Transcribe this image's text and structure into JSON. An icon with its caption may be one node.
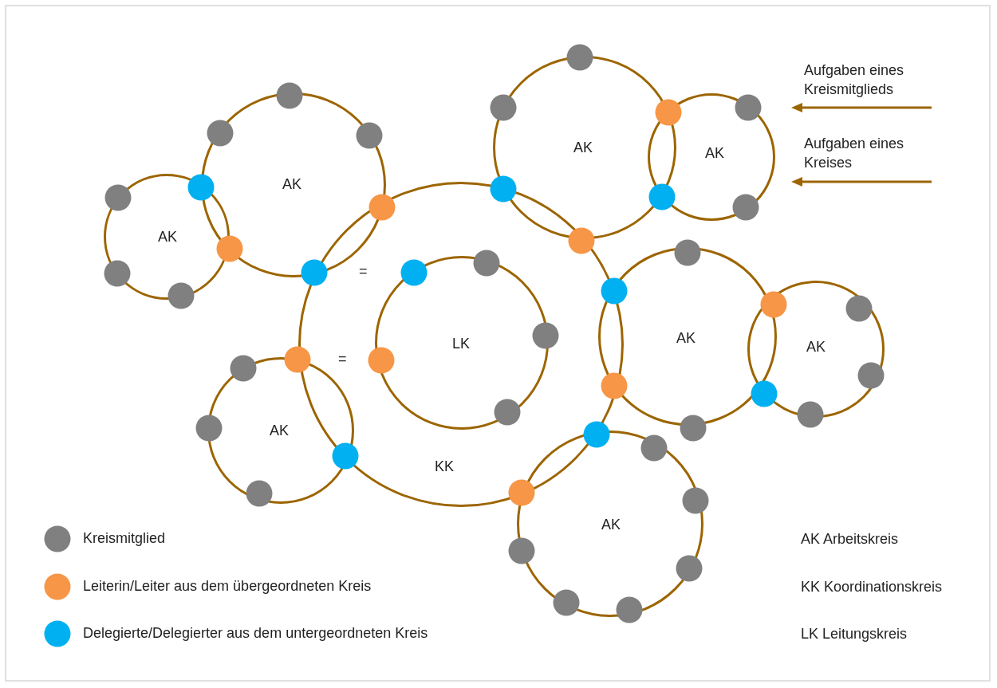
{
  "diagram": {
    "nodes": [
      {
        "text": [
          "AK"
        ]
      },
      {
        "text": [
          "AK"
        ]
      },
      {
        "text": [
          "AK"
        ]
      },
      {
        "text": [
          "AK"
        ]
      },
      {
        "text": [
          "KK"
        ]
      },
      {
        "text": [
          "LK"
        ],
        "in": 4
      },
      {
        "text": [
          "AK"
        ]
      },
      {
        "text": [
          "AK"
        ]
      },
      {
        "text": [
          "AK"
        ]
      },
      {
        "text": [
          "AK"
        ]
      }
    ],
    "labels": [
      "Aufgaben eines Kreismitglieds",
      "Aufgaben eines Kreises",
      "=",
      "=",
      "AK Arbeitskreis",
      "KK Koordinationskreis",
      "LK Leitungskreis"
    ],
    "legend": [
      {
        "text": "Kreismitglied",
        "color": "#808080"
      },
      {
        "text": "Leiterin/Leiter aus dem übergeordneten Kreis",
        "color": "#f79646"
      },
      {
        "text": "Delegierte/Delegierter aus dem untergeordneten Kreis",
        "color": "#00b0f0"
      }
    ]
  }
}
